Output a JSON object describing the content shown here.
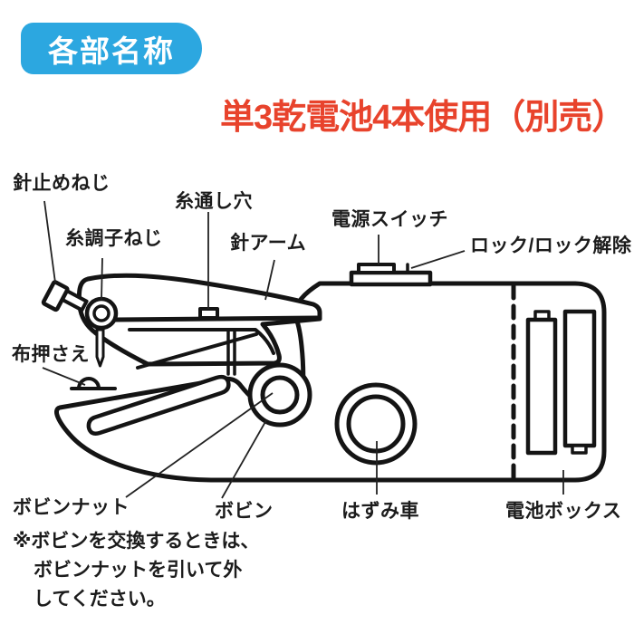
{
  "page": {
    "background": "#ffffff"
  },
  "badge": {
    "label": "各部名称",
    "bg_color": "#2CA7E0",
    "text_color": "#ffffff"
  },
  "heading": {
    "text": "単3乾電池4本使用（別売）",
    "color": "#E8432C"
  },
  "parts": {
    "needle_screw": "針止めねじ",
    "tension_screw": "糸調子ねじ",
    "thread_hole": "糸通し穴",
    "needle_arm": "針アーム",
    "power_switch": "電源スイッチ",
    "lock": "ロック/ロック解除",
    "presser": "布押さえ",
    "bobbin_nut": "ボビンナット",
    "bobbin": "ボビン",
    "handwheel": "はずみ車",
    "battery_box": "電池ボックス"
  },
  "note": {
    "lines": [
      "※ボビンを交換するときは、",
      "ボビンナットを引いて外",
      "してください。"
    ]
  },
  "diagram_colors": {
    "line": "#141414",
    "leader": "#222222"
  }
}
